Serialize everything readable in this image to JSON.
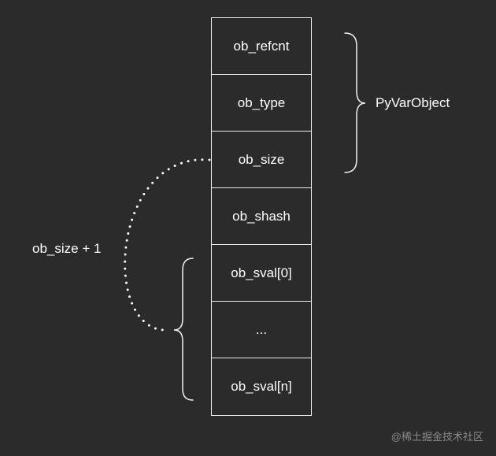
{
  "fields": [
    {
      "id": "ob_refcnt",
      "label": "ob_refcnt"
    },
    {
      "id": "ob_type",
      "label": "ob_type"
    },
    {
      "id": "ob_size",
      "label": "ob_size"
    },
    {
      "id": "ob_shash",
      "label": "ob_shash"
    },
    {
      "id": "ob_sval_0",
      "label": "ob_sval[0]"
    },
    {
      "id": "ellipsis",
      "label": "..."
    },
    {
      "id": "ob_sval_n",
      "label": "ob_sval[n]"
    }
  ],
  "group_label": "PyVarObject",
  "size_label": "ob_size + 1",
  "watermark": "@稀土掘金技术社区",
  "colors": {
    "background": "#2b2b2b",
    "stroke": "#f0f0f0",
    "text": "#ffffff",
    "watermark": "#8a8a8a"
  }
}
